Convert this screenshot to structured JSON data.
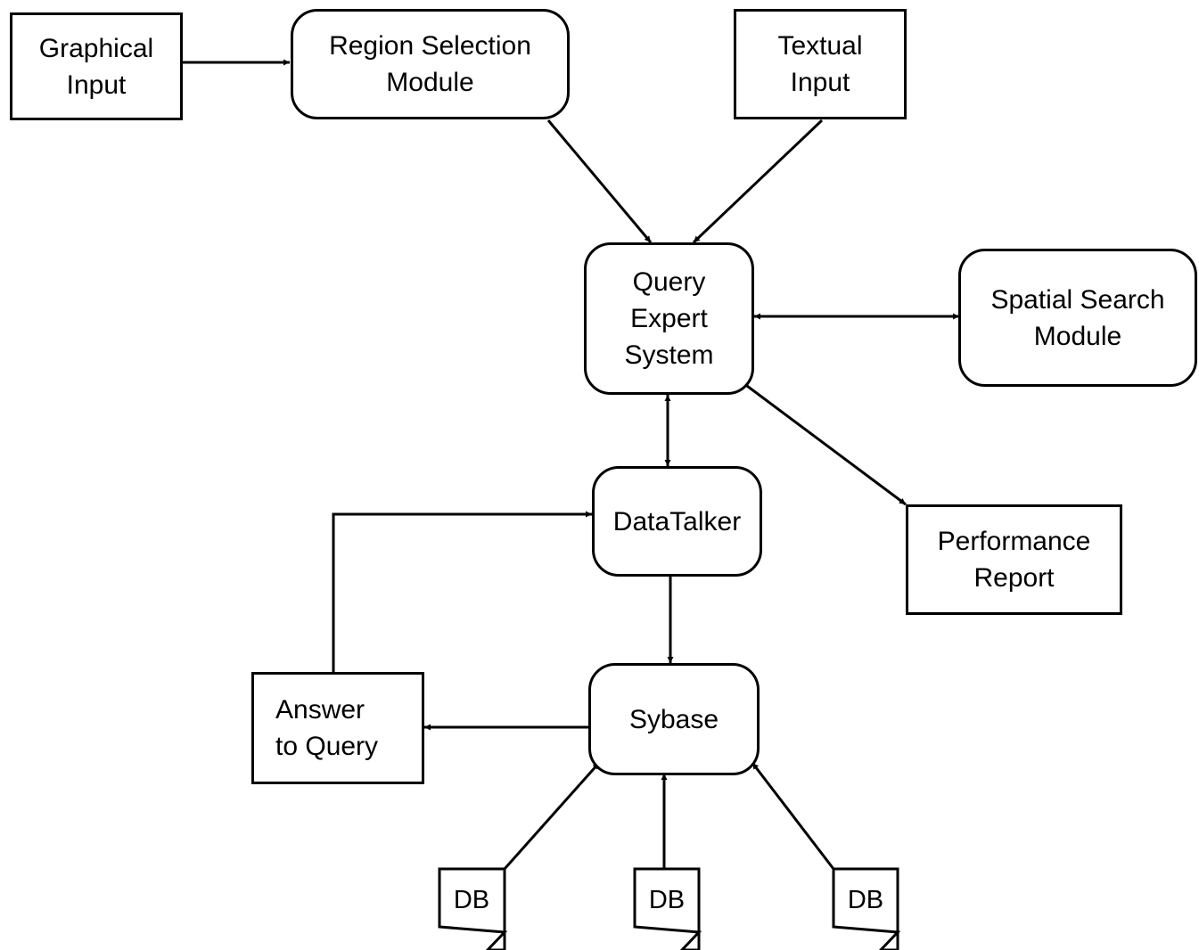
{
  "nodes": {
    "graphical_input": [
      "Graphical",
      "Input"
    ],
    "region_selection": [
      "Region Selection",
      "Module"
    ],
    "textual_input": [
      "Textual",
      "Input"
    ],
    "query_expert": [
      "Query",
      "Expert",
      "System"
    ],
    "spatial_search": [
      "Spatial Search",
      "Module"
    ],
    "datatalker": "DataTalker",
    "performance_report": [
      "Performance",
      "Report"
    ],
    "answer": [
      "Answer",
      "to Query"
    ],
    "sybase": "Sybase",
    "db": [
      "DB",
      "DB",
      "DB"
    ]
  }
}
